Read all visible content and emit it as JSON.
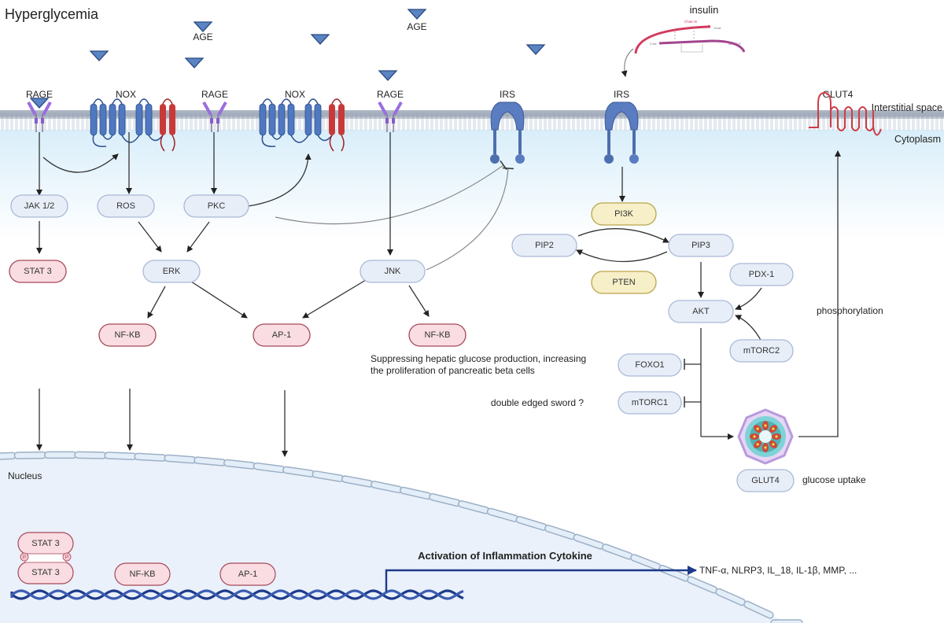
{
  "title": "Hyperglycemia",
  "regions": {
    "interstitial": "Interstitial space",
    "cytoplasm": "Cytoplasm",
    "nucleus": "Nucleus"
  },
  "ligands": {
    "age_label": "AGE",
    "insulin_label": "insulin",
    "insulin_chain_b": "Chain B",
    "insulin_chain_a": "Chain A",
    "insulin_n_ter": "N-ter",
    "insulin_c_ter": "C-ter"
  },
  "receptors": {
    "rage1": "RAGE",
    "nox1": "NOX",
    "rage2": "RAGE",
    "nox2": "NOX",
    "rage3": "RAGE",
    "irs1": "IRS",
    "irs2": "IRS",
    "glut4": "GLUT4"
  },
  "nodes": {
    "jak": "JAK 1/2",
    "ros": "ROS",
    "pkc": "PKC",
    "stat3": "STAT 3",
    "erk": "ERK",
    "jnk": "JNK",
    "nfkb1": "NF-KB",
    "ap1": "AP-1",
    "nfkb2": "NF-KB",
    "pi3k": "PI3K",
    "pip2": "PIP2",
    "pip3": "PIP3",
    "pten": "PTEN",
    "pdx1": "PDX-1",
    "akt": "AKT",
    "mtorc2": "mTORC2",
    "foxo1": "FOXO1",
    "mtorc1": "mTORC1",
    "glut4_vesicle": "GLUT4"
  },
  "annotations": {
    "phosphorylation": "phosphorylation",
    "foxo_line1": "Suppressing hepatic glucose production, increasing",
    "foxo_line2": "the proliferation of pancreatic beta cells",
    "mtorc1_note": "double edged sword ?",
    "glucose_uptake": "glucose uptake"
  },
  "nucleus": {
    "stat3_top": "STAT 3",
    "stat3_bottom": "STAT 3",
    "phospho": "P",
    "nfkb": "NF-KB",
    "ap1": "AP-1",
    "activation": "Activation of Inflammation Cytokine",
    "cytokines": "TNF-α, NLRP3, IL_18, IL-1β, MMP, ..."
  },
  "colors": {
    "blue_node_fill": "#e8eef8",
    "blue_node_stroke": "#a9b9d6",
    "pink_node_fill": "#f9dde2",
    "pink_node_stroke": "#a8485a",
    "yellow_node_fill": "#f6efc8",
    "yellow_node_stroke": "#b9a54a",
    "membrane": "#9aa8ba",
    "age_triangle": "#5b84c4",
    "nox_blue": "#4f78c0",
    "nox_red": "#c83a3a",
    "rage_purple": "#8a5cc7",
    "irs_blue": "#4e6fae",
    "glut4_red": "#cc3d47",
    "dna_blue": "#1d3a8a",
    "nucleus_fill": "#eaf1fa"
  }
}
